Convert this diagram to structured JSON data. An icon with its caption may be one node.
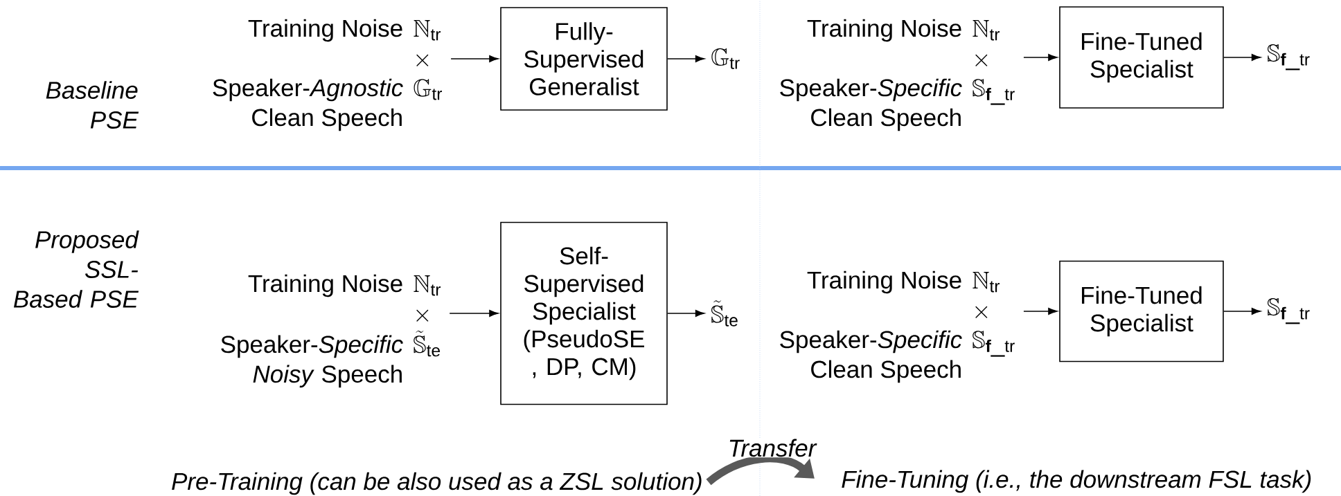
{
  "diagram": {
    "nodes": [
      {
        "text": [
          "Training Noise",
          "\\mathbb{N}_{\\mathrm{tr}}",
          "\\times",
          "Speaker-*Agnostic* Clean Speech",
          "\\mathbb{G}_{\\mathrm{tr}}"
        ]
      },
      {
        "text": [
          "Fully-Supervised Generalist"
        ]
      },
      {
        "text": [
          "\\mathbb{G}_{\\mathrm{tr}}"
        ]
      },
      {
        "text": [
          "Training Noise",
          "\\mathbb{N}_{\\mathrm{tr}}",
          "\\times",
          "Speaker-*Specific* Clean Speech",
          "\\mathbb{S}_{\\mathbf{f}\\_\\mathrm{tr}}"
        ]
      },
      {
        "text": [
          "Fine-Tuned Specialist"
        ]
      },
      {
        "text": [
          "\\mathbb{S}_{\\mathbf{f}\\_\\mathrm{tr}}"
        ]
      },
      {
        "text": [
          "Training Noise",
          "\\mathbb{N}_{\\mathrm{tr}}",
          "\\times",
          "Speaker-*Specific Noisy* Speech",
          "\\tilde{\\mathbb{S}}_{\\mathrm{te}}"
        ]
      },
      {
        "text": [
          "Self-Supervised Specialist (PseudoSE , DP, CM)"
        ]
      },
      {
        "text": [
          "\\tilde{\\mathbb{S}}_{\\mathrm{te}}"
        ]
      },
      {
        "text": [
          "Training Noise",
          "\\mathbb{N}_{\\mathrm{tr}}",
          "\\times",
          "Speaker-*Specific* Clean Speech",
          "\\mathbb{S}_{\\mathbf{f}\\_\\mathrm{tr}}"
        ]
      },
      {
        "text": [
          "Fine-Tuned Specialist"
        ]
      },
      {
        "text": [
          "\\mathbb{S}_{\\mathbf{f}\\_\\mathrm{tr}}"
        ]
      },
      {
        "text": [
          "Pre-Training (can be also used as a ZSL solution)"
        ]
      },
      {
        "text": [
          "Fine-Tuning (i.e., the downstream FSL task)"
        ]
      }
    ],
    "edges": [
      {
        "from": 0,
        "to": 1,
        "arrow": "to"
      },
      {
        "from": 1,
        "to": 2,
        "arrow": "to"
      },
      {
        "from": 3,
        "to": 4,
        "arrow": "to"
      },
      {
        "from": 4,
        "to": 5,
        "arrow": "to"
      },
      {
        "from": 6,
        "to": 7,
        "arrow": "to"
      },
      {
        "from": 7,
        "to": 8,
        "arrow": "to"
      },
      {
        "from": 9,
        "to": 10,
        "arrow": "to"
      },
      {
        "from": 10,
        "to": 11,
        "arrow": "to"
      },
      {
        "from": 12,
        "to": 13,
        "arrow": "to",
        "label": "Transfer",
        "style": "thick",
        "color": "#595959"
      }
    ],
    "labels": [
      "Baseline PSE",
      "Proposed SSL-Based PSE"
    ]
  }
}
